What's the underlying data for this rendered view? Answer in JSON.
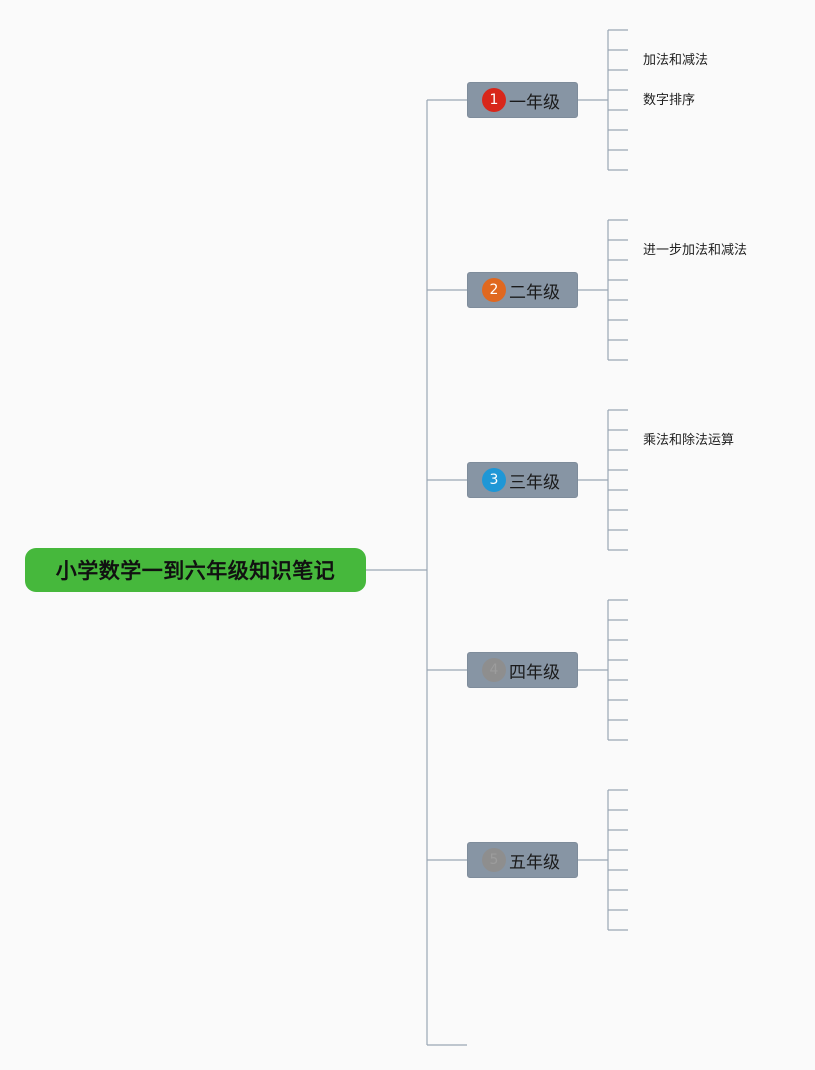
{
  "root": {
    "title": "小学数学一到六年级知识笔记",
    "color": "#46b83c"
  },
  "grades": [
    {
      "badge": "1",
      "label": "一年级",
      "badge_color": "#d8261a",
      "badge_text_color": "#ffffff"
    },
    {
      "badge": "2",
      "label": "二年级",
      "badge_color": "#e0681f",
      "badge_text_color": "#ffffff"
    },
    {
      "badge": "3",
      "label": "三年级",
      "badge_color": "#1f97d6",
      "badge_text_color": "#ffffff"
    },
    {
      "badge": "4",
      "label": "四年级",
      "badge_color": "#8e8e8e",
      "badge_text_color": "#9c9c9c"
    },
    {
      "badge": "5",
      "label": "五年级",
      "badge_color": "#8e8e8e",
      "badge_text_color": "#9c9c9c"
    }
  ],
  "topics": {
    "grade1": [
      "加法和减法",
      "数字排序"
    ],
    "grade2": [
      "进一步加法和减法"
    ],
    "grade3": [
      "乘法和除法运算"
    ]
  },
  "colors": {
    "connector": "#9aa6b4",
    "grade_node": "#8795a4"
  }
}
